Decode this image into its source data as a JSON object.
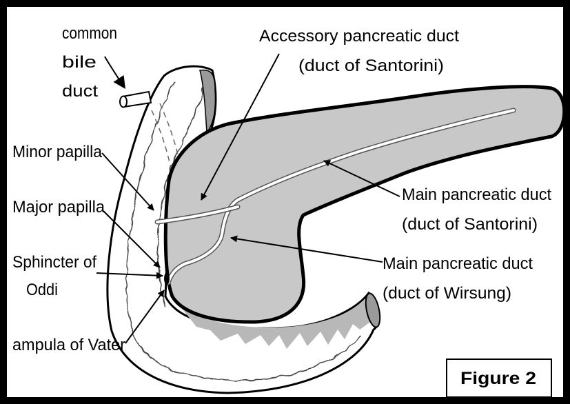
{
  "figure": {
    "label": "Figure 2"
  },
  "labels": {
    "common_bile_duct": [
      "common",
      "bile",
      "duct"
    ],
    "accessory_pancreatic_duct": [
      "Accessory pancreatic duct",
      "(duct of Santorini)"
    ],
    "minor_papilla": "Minor papilla",
    "major_papilla": "Major papilla",
    "sphincter_of_oddi": [
      "Sphincter of",
      "Oddi"
    ],
    "ampulla_of_vater": "ampula of Vater",
    "main_pancreatic_duct_santorini": [
      "Main pancreatic duct",
      "(duct of Santorini)"
    ],
    "main_pancreatic_duct_wirsung": [
      "Main pancreatic duct",
      "(duct of Wirsung)"
    ]
  },
  "colors": {
    "pancreas_fill": "#c8c8c8",
    "duodenum_fill": "#ffffff",
    "outline": "#000000",
    "mucosa_shading": "#b8b8b8",
    "cut_end_shading": "#9a9a9a"
  }
}
